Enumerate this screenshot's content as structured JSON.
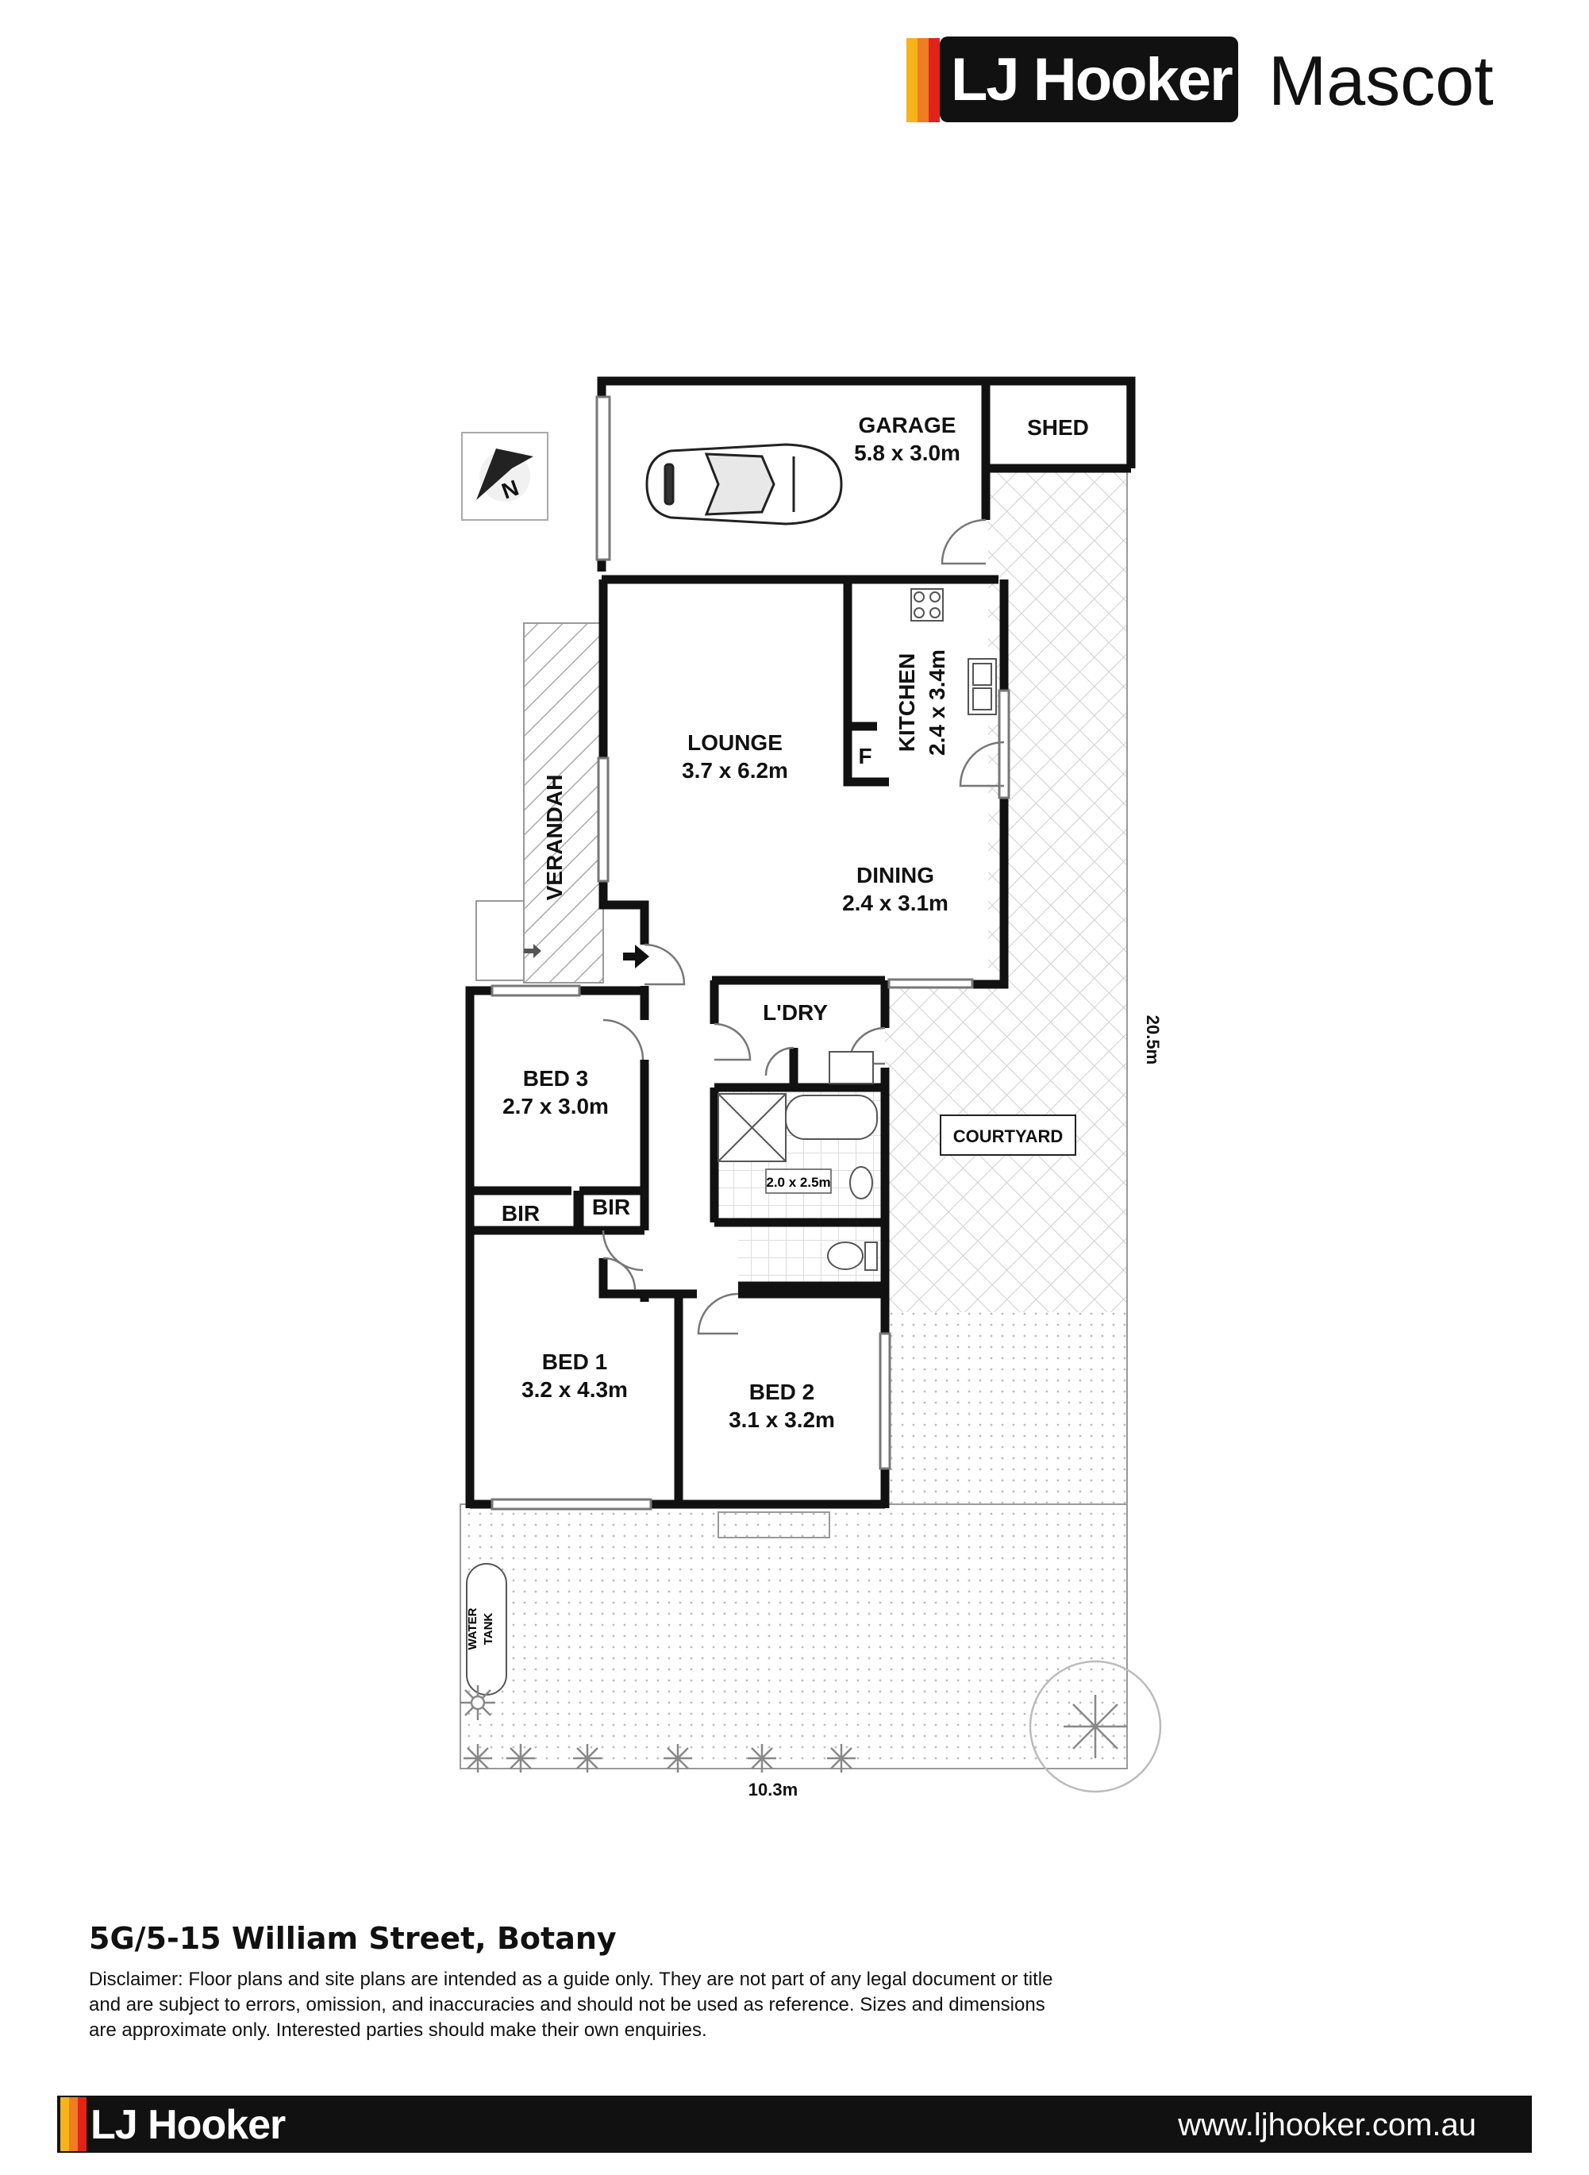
{
  "header": {
    "logo_text": "LJ Hooker",
    "office": "Mascot"
  },
  "rooms": {
    "garage": {
      "name": "GARAGE",
      "size": "5.8 x 3.0m"
    },
    "shed": {
      "name": "SHED"
    },
    "kitchen": {
      "name": "KITCHEN",
      "size": "2.4 x 3.4m"
    },
    "fridge": "F",
    "lounge": {
      "name": "LOUNGE",
      "size": "3.7 x 6.2m"
    },
    "verandah": {
      "name": "VERANDAH"
    },
    "dining": {
      "name": "DINING",
      "size": "2.4 x 3.1m"
    },
    "laundry": {
      "name": "L'DRY"
    },
    "bathroom": {
      "size": "2.0 x 2.5m"
    },
    "courtyard": {
      "name": "COURTYARD"
    },
    "bed3": {
      "name": "BED 3",
      "size": "2.7 x 3.0m"
    },
    "bir_left": "BIR",
    "bir_right": "BIR",
    "bed1": {
      "name": "BED 1",
      "size": "3.2 x 4.3m"
    },
    "bed2": {
      "name": "BED 2",
      "size": "3.1 x 3.2m"
    },
    "water_tank": [
      "WATER",
      "TANK"
    ]
  },
  "dimensions": {
    "width": "10.3m",
    "depth": "20.5m"
  },
  "compass": "N",
  "address": "5G/5-15 William Street, Botany",
  "disclaimer": "Disclaimer: Floor plans and site plans are intended as a guide only. They are not part of any legal document or title and are subject to errors, omission, and inaccuracies and should not be used as reference. Sizes and dimensions are approximate only. Interested parties should make their own enquiries.",
  "footer": {
    "logo_text": "LJ Hooker",
    "website": "www.ljhooker.com.au"
  },
  "colors": {
    "brand_yellow": "#f6b31a",
    "brand_orange": "#ef7d22",
    "brand_red": "#e2231a",
    "black": "#111111"
  }
}
